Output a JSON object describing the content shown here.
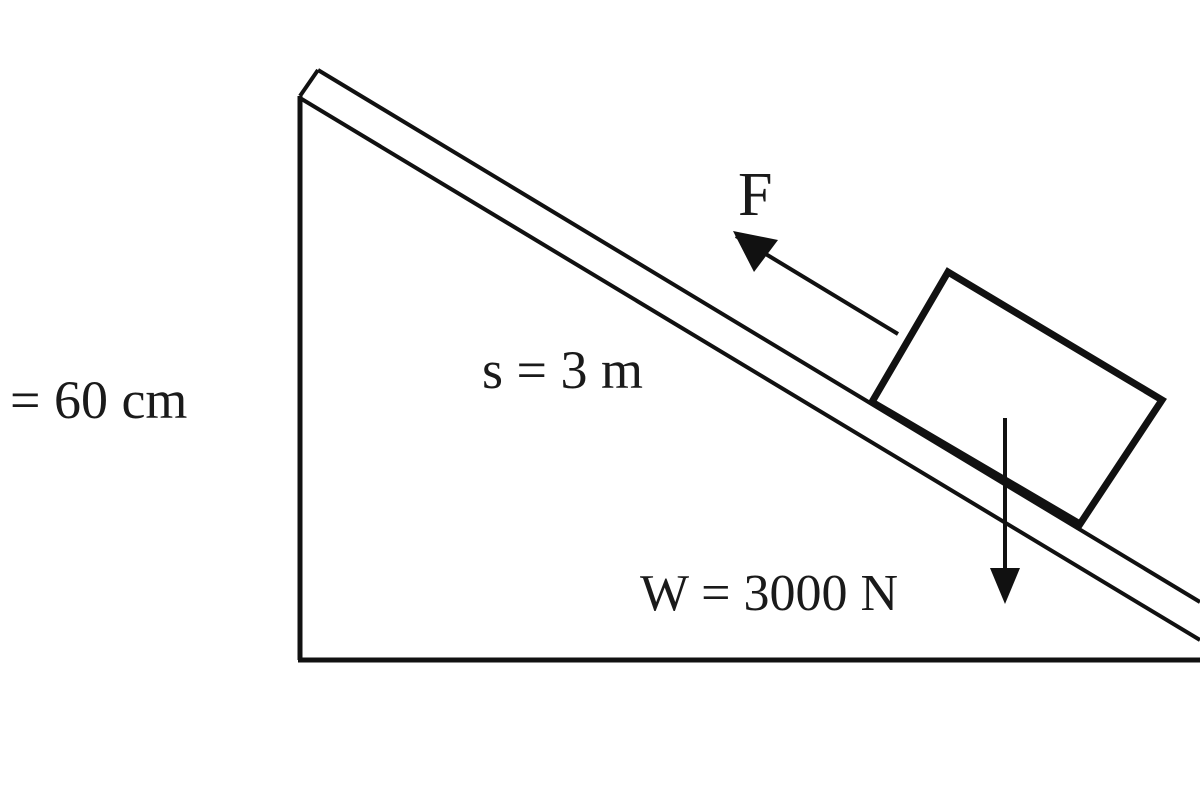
{
  "labels": {
    "height": "= 60 cm",
    "distance": "s = 3 m",
    "force": "F",
    "weight": "W = 3000 N"
  },
  "colors": {
    "ink": "#111111",
    "background": "#ffffff"
  }
}
